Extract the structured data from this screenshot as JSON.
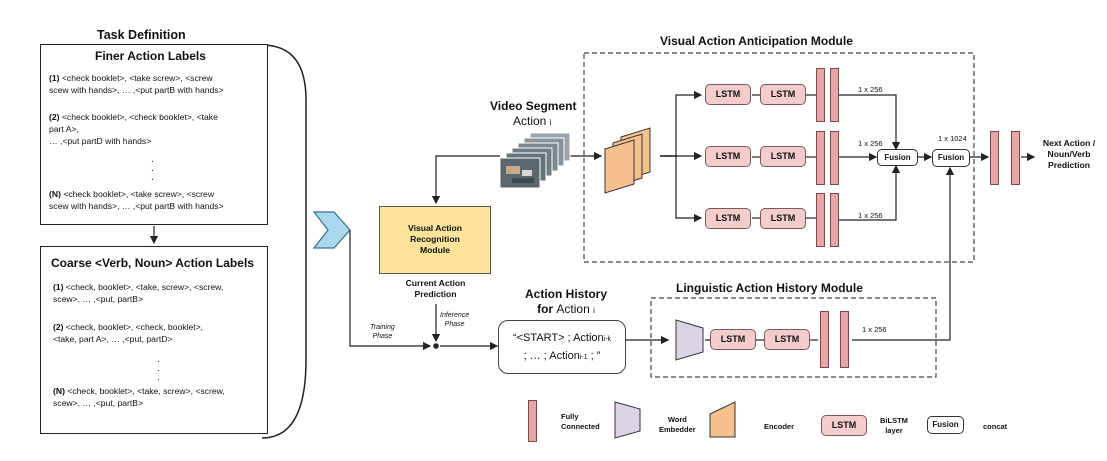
{
  "task_definition": {
    "title": "Task Definition",
    "finer": {
      "title": "Finer Action Labels",
      "items": [
        {
          "num": "(1)",
          "line1": " <check booklet>, <take screw>,  <screw",
          "line2": "scew with hands>, … ,<put partB with hands>",
          "line3": ""
        },
        {
          "num": "(2)",
          "line1": " <check booklet>, <check booklet>,  <take",
          "line2": "part A>,",
          "line3": " … ,<put partD with hands>"
        },
        {
          "num": "(N)",
          "line1": " <check booklet>, <take screw>,  <screw",
          "line2": "scew with hands>, … ,<put partB with hands>",
          "line3": ""
        }
      ]
    },
    "coarse": {
      "title": "Coarse <Verb, Noun> Action Labels",
      "items": [
        {
          "num": "(1)",
          "line1": " <check, booklet>, <take, screw>,  <screw,",
          "line2": "scew>, … ,<put, partB>",
          "line3": ""
        },
        {
          "num": "(2)",
          "line1": " <check, booklet>, <check, booklet>,",
          "line2": "<take,  part A>, … ,<put, partD>",
          "line3": ""
        },
        {
          "num": "(N)",
          "line1": " <check, booklet>, <take, screw>,  <screw,",
          "line2": "scew>, … ,<put, partB>",
          "line3": ""
        }
      ]
    }
  },
  "video_segment": {
    "title": "Video Segment",
    "action": "Action",
    "sub": "i"
  },
  "recognition": {
    "line1": "Visual Action",
    "line2": "Recognition",
    "line3": "Module"
  },
  "current_prediction": {
    "line1": "Current Action",
    "line2": "Prediction"
  },
  "inference_phase": {
    "line1": "Inference",
    "line2": "Phase"
  },
  "training_phase": {
    "line1": "Training",
    "line2": "Phase"
  },
  "visual_module": {
    "title": "Visual Action Anticipation Module",
    "lstm": "LSTM",
    "dim_256": "1 x 256",
    "fusion": "Fusion"
  },
  "history": {
    "title_line1": "Action History",
    "title_line2_prefix": "for ",
    "title_action": "Action",
    "title_sub": "i",
    "box_line1_a": "“<START> ; Action",
    "box_line1_sub": "i-k",
    "box_line2_a": "; … ; Action",
    "box_line2_sub": "i-1",
    "box_line2_b": " ; ”"
  },
  "linguistic_module": {
    "title": "Linguistic Action History Module",
    "dim_256": "1 x 256"
  },
  "final": {
    "dim_1024": "1 x 1024",
    "fusion": "Fusion",
    "output_line1": "Next Action /",
    "output_line2": "Noun/Verb",
    "output_line3": "Prediction"
  },
  "legend": {
    "fc_line1": "Fully",
    "fc_line2": "Connected",
    "we_line1": "Word",
    "we_line2": "Embedder",
    "encoder": "Encoder",
    "lstm": "LSTM",
    "bilstm_line1": "BiLSTM",
    "bilstm_line2": "layer",
    "fusion": "Fusion",
    "concat": "concat"
  },
  "colors": {
    "lstm_fill": "#f2cdcb",
    "fc_fill": "#e4a6a6",
    "encoder_fill": "#f7c08f",
    "embedder_fill": "#dcd3e6",
    "recognition_fill": "#fbe39a"
  }
}
